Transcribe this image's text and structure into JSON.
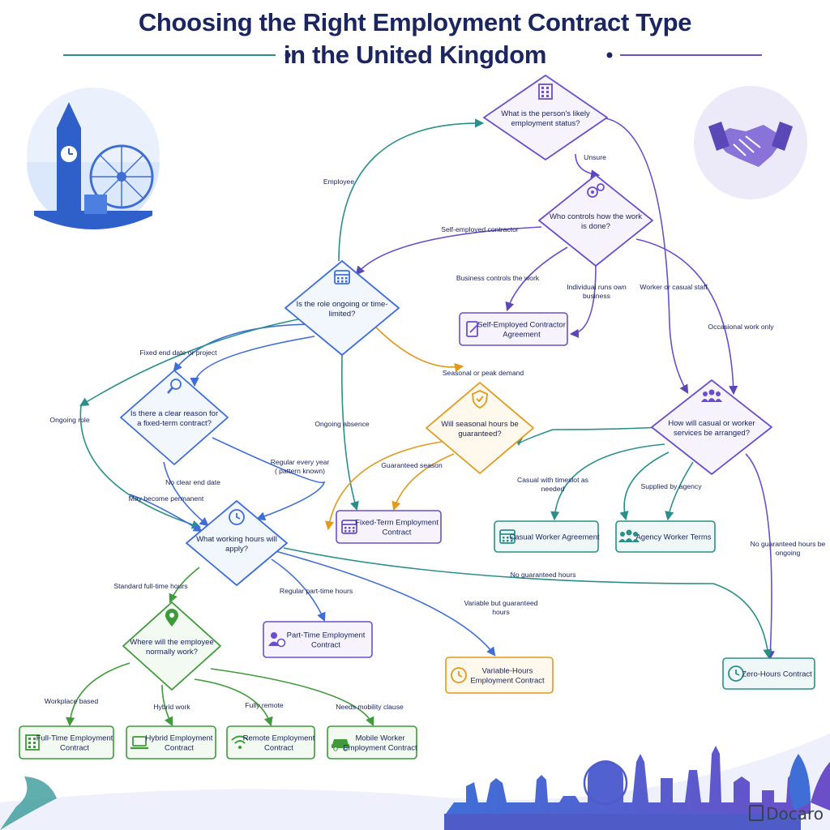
{
  "title": {
    "line1": "Choosing the Right Employment Contract Type",
    "line2": "in the United Kingdom"
  },
  "brand": "Docaro",
  "colors": {
    "navy": "#1b2660",
    "blue": "#3f6fd6",
    "purple": "#6a4fc8",
    "teal": "#2a8f8a",
    "green": "#3f9a3a",
    "orange": "#e09a1c"
  },
  "decisions": {
    "employment_status": {
      "lines": [
        "What is the person's likely",
        "employment status?"
      ],
      "icon": "building-icon"
    },
    "who_controls": {
      "lines": [
        "Who controls how the work",
        "is done?"
      ],
      "icon": "gears-icon"
    },
    "ongoing_or_limited": {
      "lines": [
        "Is the role ongoing or time-",
        "limited?"
      ],
      "icon": "calendar-icon"
    },
    "clear_reason": {
      "lines": [
        "Is there a clear reason for",
        "a fixed-term contract?"
      ],
      "icon": "magnifier-icon"
    },
    "seasonal_hours": {
      "lines": [
        "Will seasonal hours be",
        "guaranteed?"
      ],
      "icon": "shield-check-icon"
    },
    "casual_arranged": {
      "lines": [
        "How will casual or worker",
        "services be arranged?"
      ],
      "icon": "people-icon"
    },
    "working_hours": {
      "lines": [
        "What working hours will",
        "apply?"
      ],
      "icon": "clock-icon"
    },
    "where_work": {
      "lines": [
        "Where will the employee",
        "normally work?"
      ],
      "icon": "location-pin-icon"
    }
  },
  "outcomes": {
    "self_employed": {
      "lines": [
        "Self-Employed Contractor",
        "Agreement"
      ],
      "icon": "document-pen-icon"
    },
    "fixed_term": {
      "lines": [
        "Fixed-Term Employment",
        "Contract"
      ],
      "icon": "calendar-icon"
    },
    "casual_worker": {
      "lines": [
        "Casual Worker Agreement"
      ],
      "icon": "calendar-icon"
    },
    "agency_worker": {
      "lines": [
        "Agency Worker Terms"
      ],
      "icon": "people-icon"
    },
    "part_time": {
      "lines": [
        "Part-Time Employment",
        "Contract"
      ],
      "icon": "person-clock-icon"
    },
    "variable_hours": {
      "lines": [
        "Variable-Hours",
        "Employment Contract"
      ],
      "icon": "clock-icon"
    },
    "zero_hours": {
      "lines": [
        "Zero-Hours Contract"
      ],
      "icon": "clock-icon"
    },
    "full_time": {
      "lines": [
        "Full-Time Employment",
        "Contract"
      ],
      "icon": "building-icon"
    },
    "hybrid": {
      "lines": [
        "Hybrid Employment",
        "Contract"
      ],
      "icon": "laptop-icon"
    },
    "remote": {
      "lines": [
        "Remote Employment",
        "Contract"
      ],
      "icon": "wifi-icon"
    },
    "mobile_worker": {
      "lines": [
        "Mobile Worker",
        "Employment Contract"
      ],
      "icon": "car-icon"
    }
  },
  "edges": {
    "employee": [
      "Employee"
    ],
    "unsure": [
      "Unsure"
    ],
    "self_employed_contractor": [
      "Self-employed contractor"
    ],
    "business_controls": [
      "Business controls the work"
    ],
    "individual_runs": [
      "Individual runs own",
      "business"
    ],
    "worker_casual": [
      "Worker or casual staff"
    ],
    "occasional": [
      "Occasional work only"
    ],
    "fixed_end": [
      "Fixed end date or project"
    ],
    "seasonal_peak": [
      "Seasonal or peak demand"
    ],
    "ongoing_role": [
      "Ongoing role"
    ],
    "ongoing_absence": [
      "Ongoing absence"
    ],
    "regular_every_year": [
      "Regular every year",
      "( pattern known)"
    ],
    "no_clear_end": [
      "No clear end date"
    ],
    "may_become": [
      "May become permanent"
    ],
    "guaranteed_season": [
      "Guaranteed season"
    ],
    "casual_timeslot": [
      "Casual with timeslot as",
      "needed"
    ],
    "supplied_agency": [
      "Supplied by agency"
    ],
    "no_guaranteed_ongoing": [
      "No guaranteed hours be",
      "ongoing"
    ],
    "no_guaranteed": [
      "No guaranteed hours"
    ],
    "standard_full": [
      "Standard full-time hours"
    ],
    "regular_part": [
      "Regular part-time hours"
    ],
    "variable_guaranteed": [
      "Variable but guaranteed",
      "hours"
    ],
    "workplace_based": [
      "Workplace based"
    ],
    "hybrid_work": [
      "Hybrid work"
    ],
    "fully_remote": [
      "Fully remote"
    ],
    "needs_mobility": [
      "Needs mobility clause"
    ]
  }
}
